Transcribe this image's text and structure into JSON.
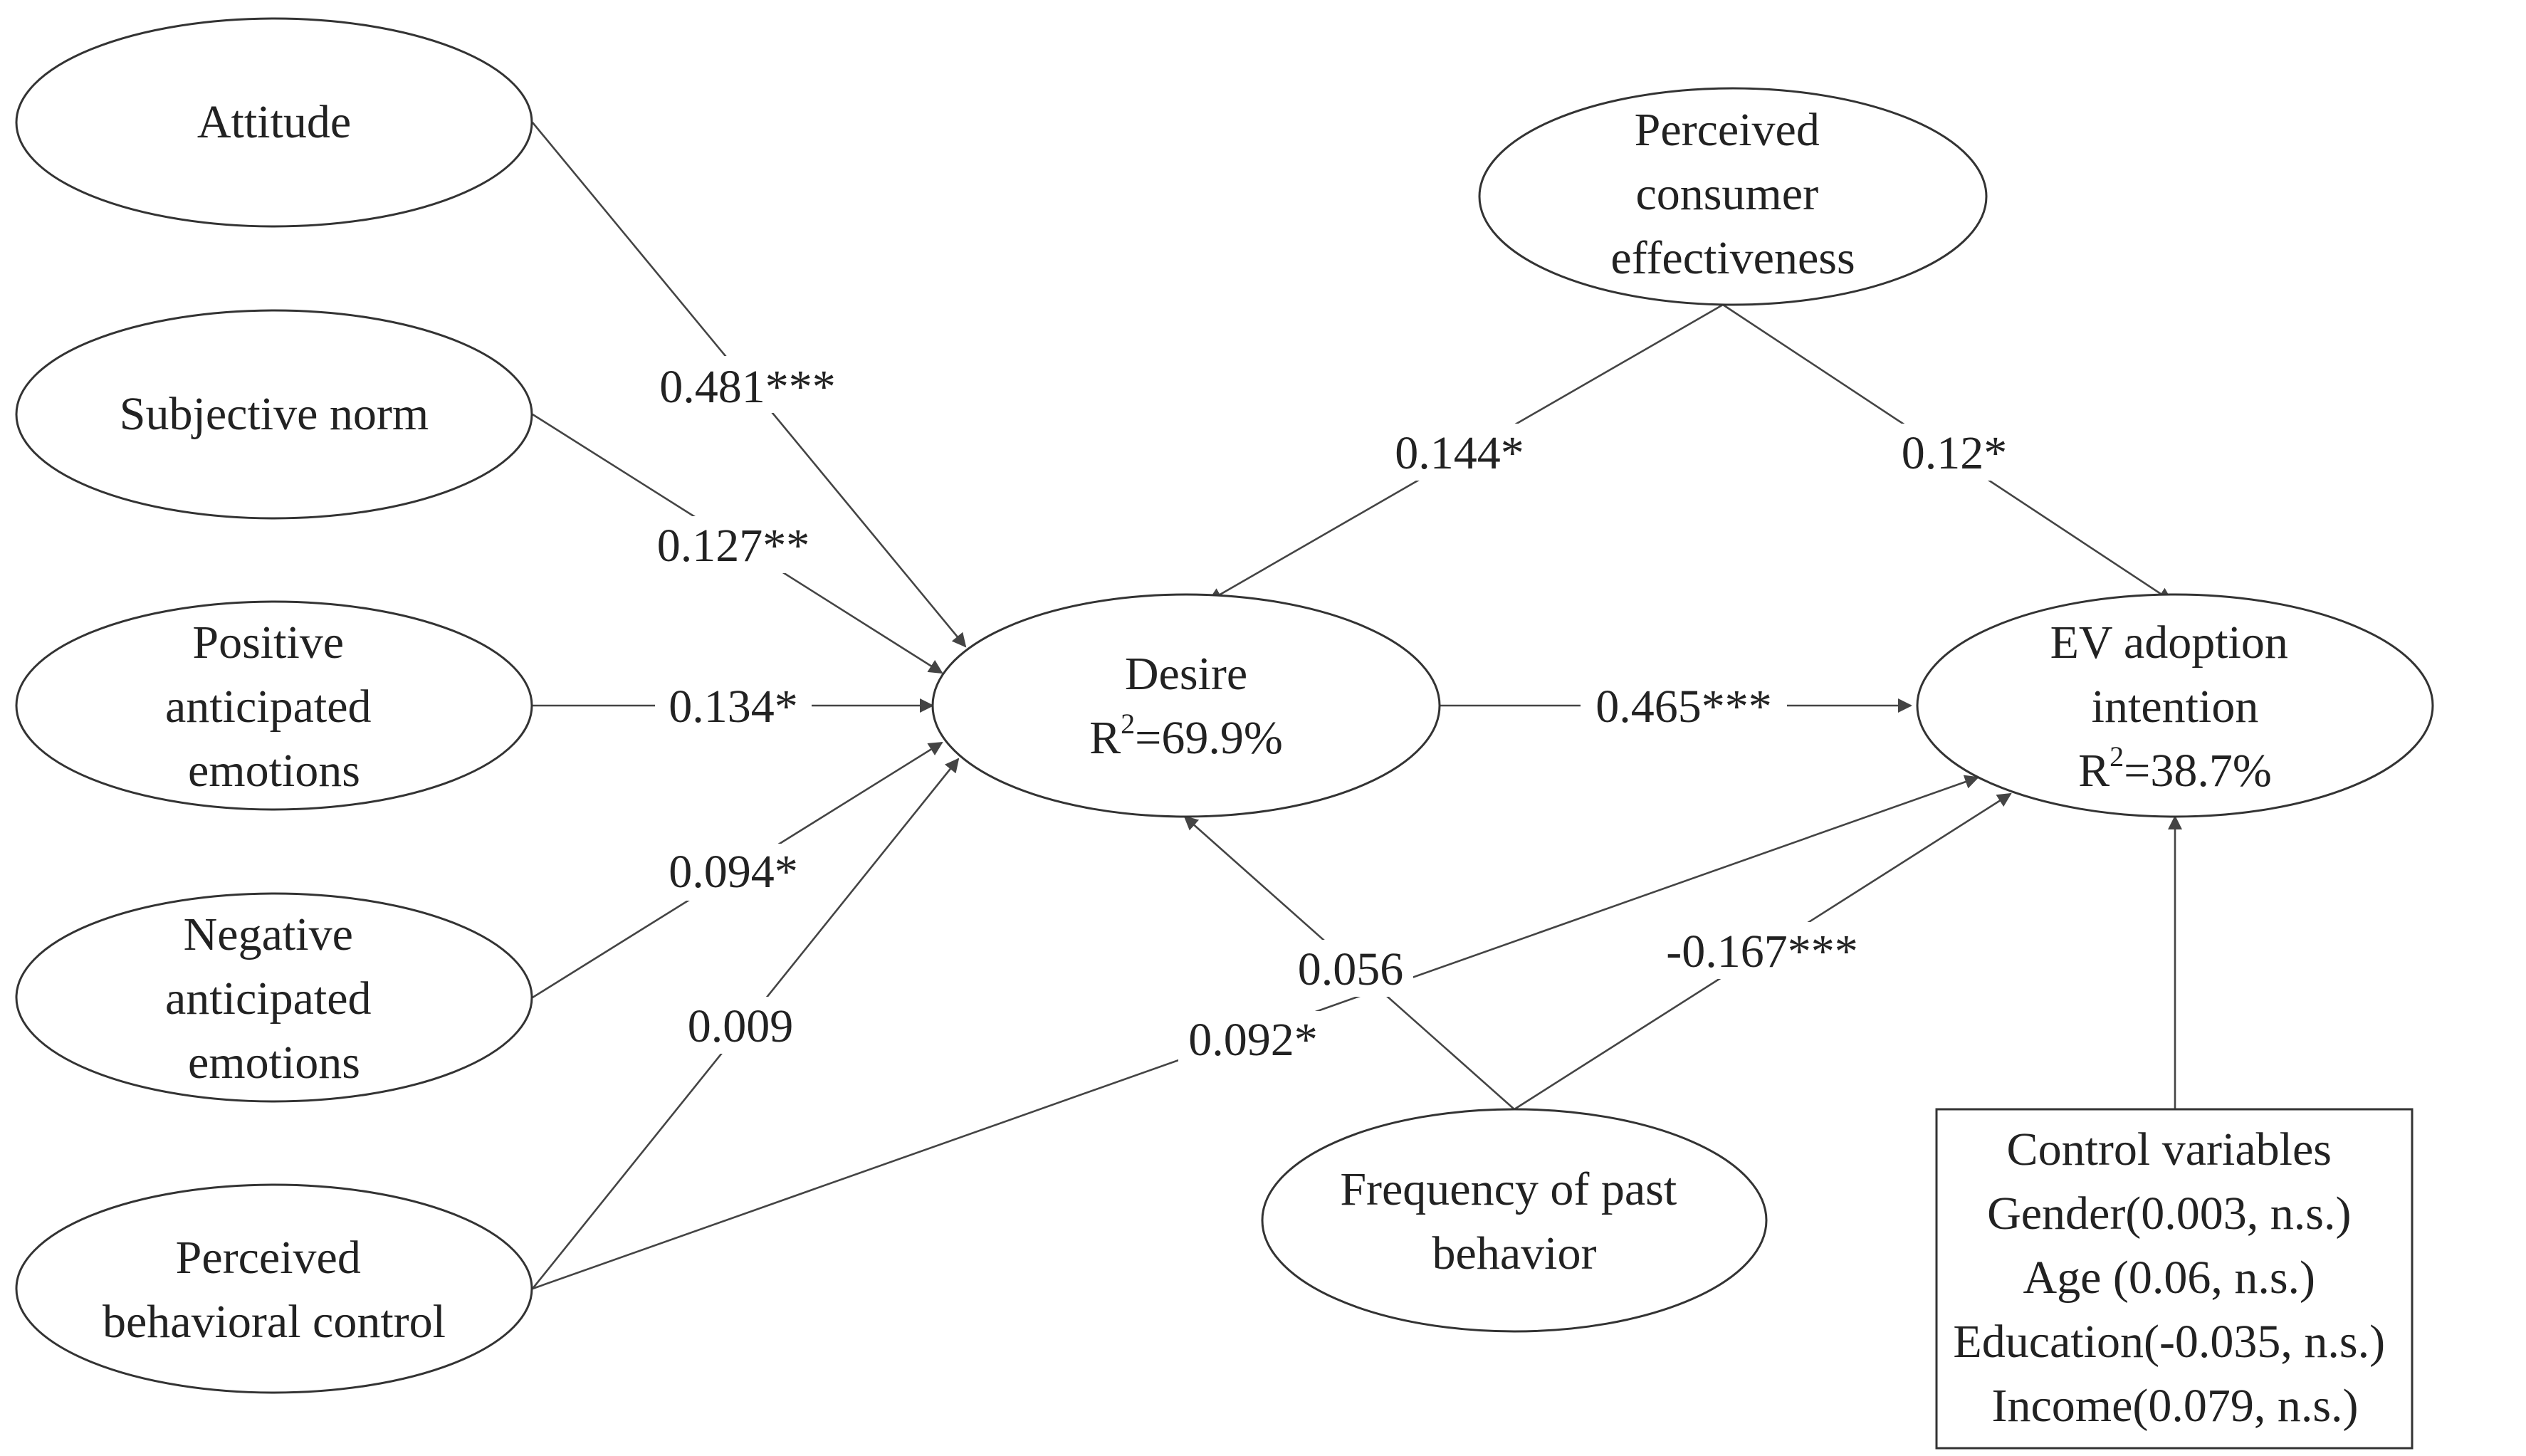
{
  "nodes": {
    "attitude": {
      "lines": [
        "Attitude"
      ]
    },
    "subjective_norm": {
      "lines": [
        "Subjective norm"
      ]
    },
    "positive_emotions": {
      "lines": [
        "Positive",
        "anticipated",
        "emotions"
      ]
    },
    "negative_emotions": {
      "lines": [
        "Negative",
        "anticipated",
        "emotions"
      ]
    },
    "pbc": {
      "lines": [
        "Perceived",
        "behavioral control"
      ]
    },
    "desire": {
      "line1": "Desire",
      "r2_prefix": "R",
      "r2_sup": "2",
      "r2_value": "=69.9%"
    },
    "pce": {
      "lines": [
        "Perceived",
        "consumer",
        "effectiveness"
      ]
    },
    "ev_intention": {
      "line1": "EV adoption",
      "line2": "intention",
      "r2_prefix": "R",
      "r2_sup": "2",
      "r2_value": "=38.7%"
    },
    "past_behavior": {
      "lines": [
        "Frequency of past",
        "behavior"
      ]
    },
    "controls": {
      "lines": [
        "Control variables",
        "Gender(0.003, n.s.)",
        "Age (0.06, n.s.)",
        "Education(-0.035, n.s.)",
        "Income(0.079, n.s.)"
      ]
    }
  },
  "edges": {
    "attitude_desire": "0.481***",
    "subjective_norm_desire": "0.127**",
    "positive_desire": "0.134*",
    "negative_desire": "0.094*",
    "pbc_desire": "0.009",
    "pbc_intention": "0.092*",
    "desire_intention": "0.465***",
    "pce_desire": "0.144*",
    "pce_intention": "0.12*",
    "past_desire": "0.056",
    "past_intention": "-0.167***"
  }
}
